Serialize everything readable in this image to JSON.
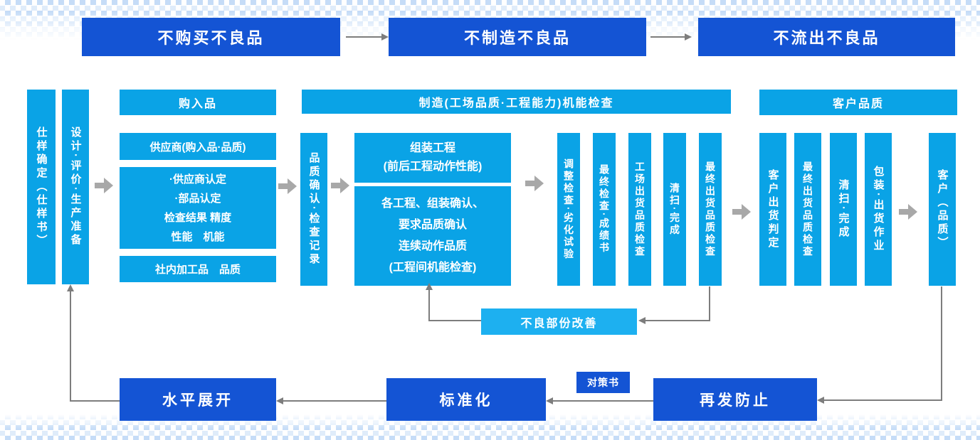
{
  "palette": {
    "dark_blue": "#1454d4",
    "light_blue": "#0aa3e6",
    "improve_blue": "#1db0f0",
    "arrow_gray": "#7d7d7d",
    "block_arrow_gray": "#a8a8a8"
  },
  "top_flow": {
    "steps": [
      "不购买不良品",
      "不制造不良品",
      "不流出不良品"
    ]
  },
  "pre_production": {
    "spec_column": "仕样确定（仕样书）",
    "design_column": "设计·评价·生产准备"
  },
  "purchase": {
    "header": "购入品",
    "supplier": "供应商(购入品·品质)",
    "details": [
      "·供应商认定",
      "·部品认定",
      "检查结果 精度",
      "性能　机能"
    ],
    "internal": "社内加工品　品质"
  },
  "quality_confirm": "品质确认·检查记录",
  "manufacturing": {
    "header": "制造(工场品质·工程能力)机能检查",
    "assembly": [
      "组装工程",
      "(前后工程动作性能)"
    ],
    "process": [
      "各工程、组装确认、",
      "要求品质确认",
      "连续动作品质",
      "(工程间机能检查)"
    ],
    "columns": [
      "调整检查·劣化试验",
      "最终检查·成绩书",
      "工场出货品质检查",
      "清扫·完成",
      "最终出货品质检查"
    ]
  },
  "customer": {
    "header": "客户品质",
    "columns": [
      "客户出货判定",
      "最终出货品质检查",
      "清扫·完成",
      "包装·出货作业"
    ],
    "final": "客户（品质）"
  },
  "feedback": {
    "improvement": "不良部份改善",
    "recurrence": "再发防止",
    "countermeasure": "对策书",
    "standardization": "标准化",
    "deployment": "水平展开"
  }
}
